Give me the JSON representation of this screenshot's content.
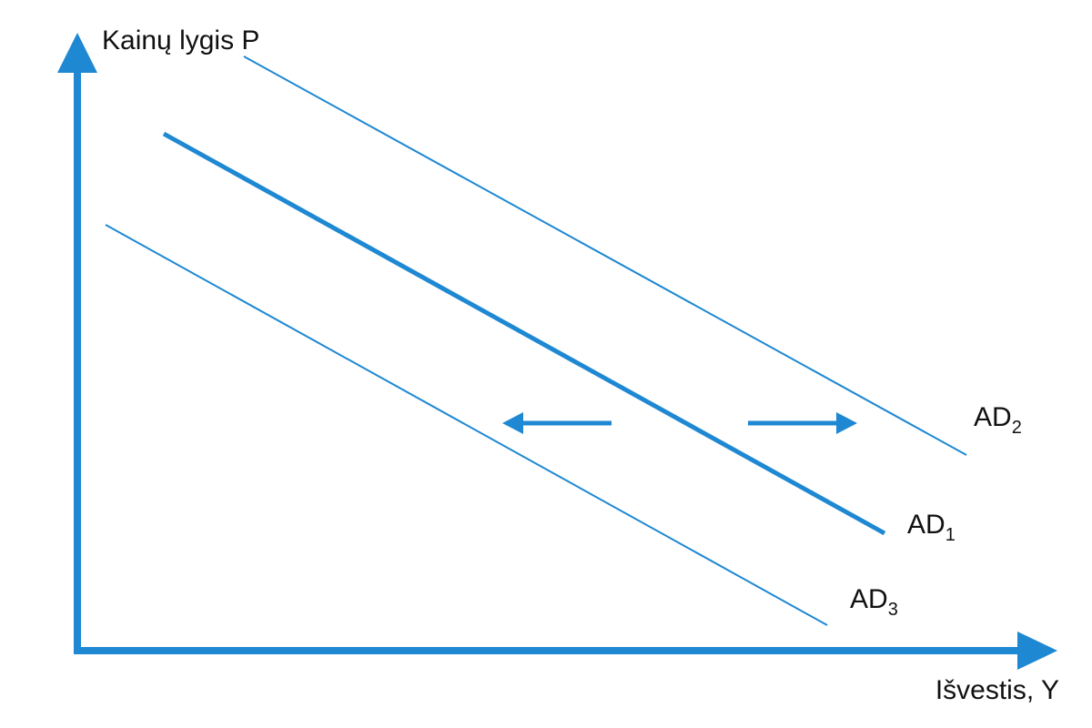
{
  "colors": {
    "accent": "#1e88d2",
    "text": "#111111",
    "background": "#ffffff"
  },
  "axes": {
    "y_label": "Kainų lygis P",
    "x_label": "Išvestis, Y"
  },
  "curves": [
    {
      "id": "ad1",
      "base": "AD",
      "subscript": "1",
      "emphasis": "thick"
    },
    {
      "id": "ad2",
      "base": "AD",
      "subscript": "2",
      "emphasis": "thin"
    },
    {
      "id": "ad3",
      "base": "AD",
      "subscript": "3",
      "emphasis": "thin"
    }
  ],
  "shift_arrows": [
    {
      "id": "left",
      "direction": "left"
    },
    {
      "id": "right",
      "direction": "right"
    }
  ]
}
